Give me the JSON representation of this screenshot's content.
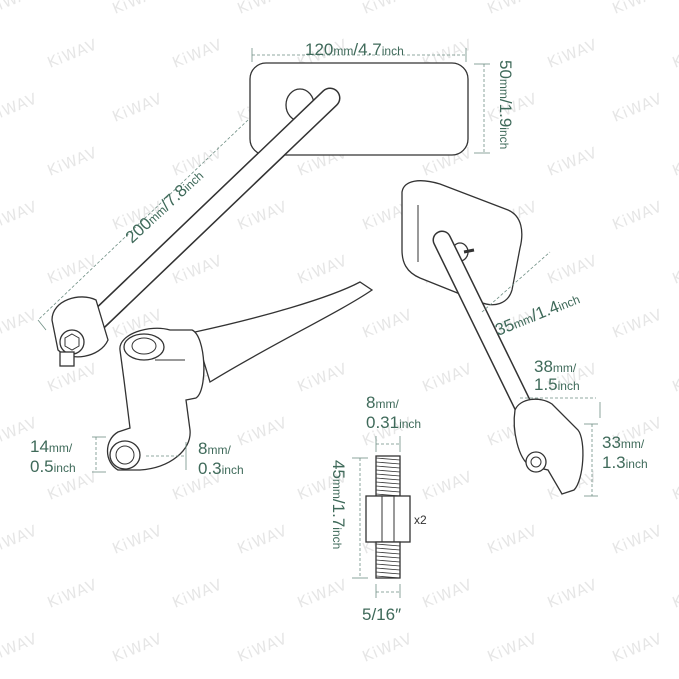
{
  "watermark": "KiWAV",
  "dimensions": {
    "mirror_width": {
      "value": "120",
      "unit": "mm",
      "alt": "/4.7",
      "alt_unit": "inch"
    },
    "mirror_height": {
      "value": "50",
      "unit": "mm",
      "alt": "/1.9",
      "alt_unit": "inch"
    },
    "arm_length": {
      "value": "200",
      "unit": "mm",
      "alt": "/7.8",
      "alt_unit": "inch"
    },
    "mirror_depth": {
      "value": "35",
      "unit": "mm",
      "alt": "/1.4",
      "alt_unit": "inch"
    },
    "joint_width": {
      "value": "38",
      "unit": "mm/",
      "alt": "1.5",
      "alt_unit": "inch"
    },
    "joint_height": {
      "value": "33",
      "unit": "mm/",
      "alt": "1.3",
      "alt_unit": "inch"
    },
    "mount_height": {
      "value": "14",
      "unit": "mm/",
      "alt": "0.5",
      "alt_unit": "inch"
    },
    "mount_thickness": {
      "value": "8",
      "unit": "mm/",
      "alt": "0.3",
      "alt_unit": "inch"
    },
    "bolt_hex": {
      "value": "8",
      "unit": "mm/",
      "alt": "0.31",
      "alt_unit": "inch"
    },
    "bolt_length": {
      "value": "45",
      "unit": "mm",
      "alt": "/1.7",
      "alt_unit": "inch"
    },
    "bolt_thread": "5/16″",
    "bolt_qty": "x2"
  }
}
